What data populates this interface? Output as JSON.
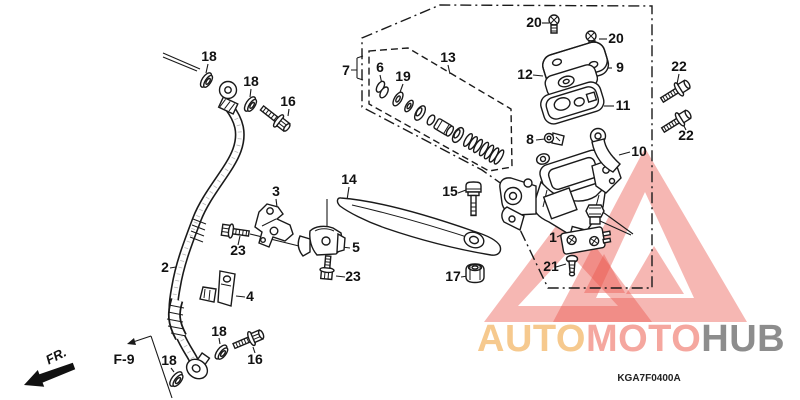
{
  "diagram": {
    "code": "KGA7F0400A",
    "direction_label": "FR.",
    "figure_ref": "F-9",
    "callouts": [
      "18",
      "18",
      "16",
      "7",
      "6",
      "19",
      "13",
      "20",
      "20",
      "12",
      "9",
      "11",
      "22",
      "22",
      "8",
      "10",
      "15",
      "14",
      "1",
      "21",
      "17",
      "2",
      "3",
      "23",
      "5",
      "23",
      "4",
      "18",
      "16",
      "18"
    ]
  },
  "watermark": {
    "triangle_color": "rgba(233,84,74,0.42)",
    "brand": [
      {
        "text": "AUTO",
        "color": "#f6c98e"
      },
      {
        "text": "MOTO",
        "color": "#f5a79f"
      },
      {
        "text": "HUB",
        "color": "#8d8d8d"
      }
    ]
  },
  "colors": {
    "line": "#1a1a1a",
    "background": "#ffffff"
  }
}
